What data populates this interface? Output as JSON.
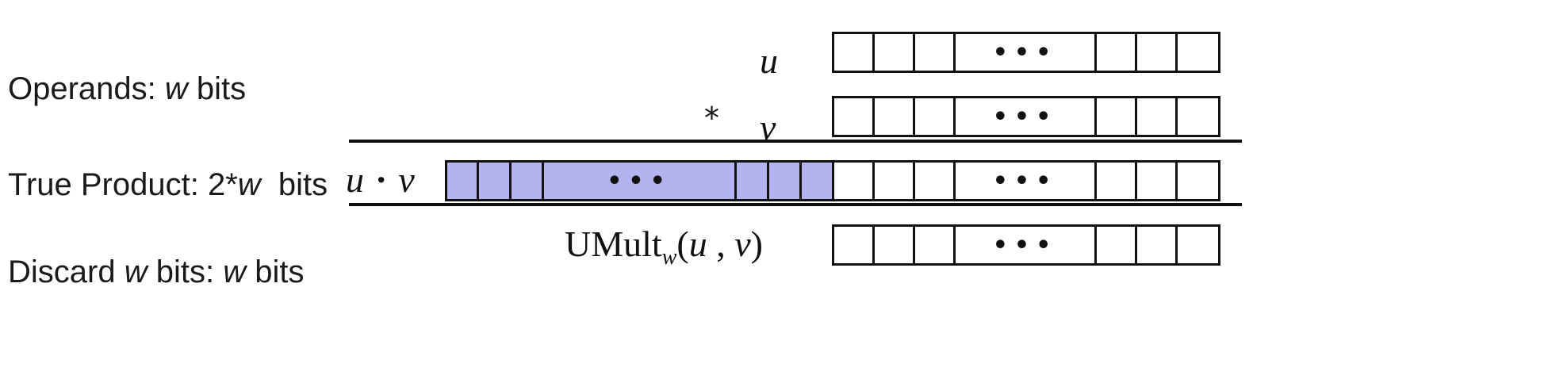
{
  "left_labels": {
    "operands": {
      "prefix": "Operands: ",
      "var": "w",
      "suffix": " bits"
    },
    "true_product": {
      "prefix": "True Product: 2*",
      "var": "w",
      "suffix": "  bits"
    },
    "discard": {
      "prefix": "Discard ",
      "var": "w",
      "middle": " bits: ",
      "var2": "w",
      "suffix": " bits"
    }
  },
  "math_labels": {
    "u": "u",
    "times": "*",
    "v": "v",
    "product_u": "u",
    "product_dot": "·",
    "product_v": "v",
    "umult_name": "UMult",
    "umult_sub": "w",
    "umult_open": "(",
    "umult_u": "u",
    "umult_comma": " , ",
    "umult_v": "v",
    "umult_close": ")"
  },
  "register_ellipsis": "•••",
  "colors": {
    "ink": "#111111",
    "high_bits_fill": "#b3b3ef",
    "background": "#ffffff"
  }
}
